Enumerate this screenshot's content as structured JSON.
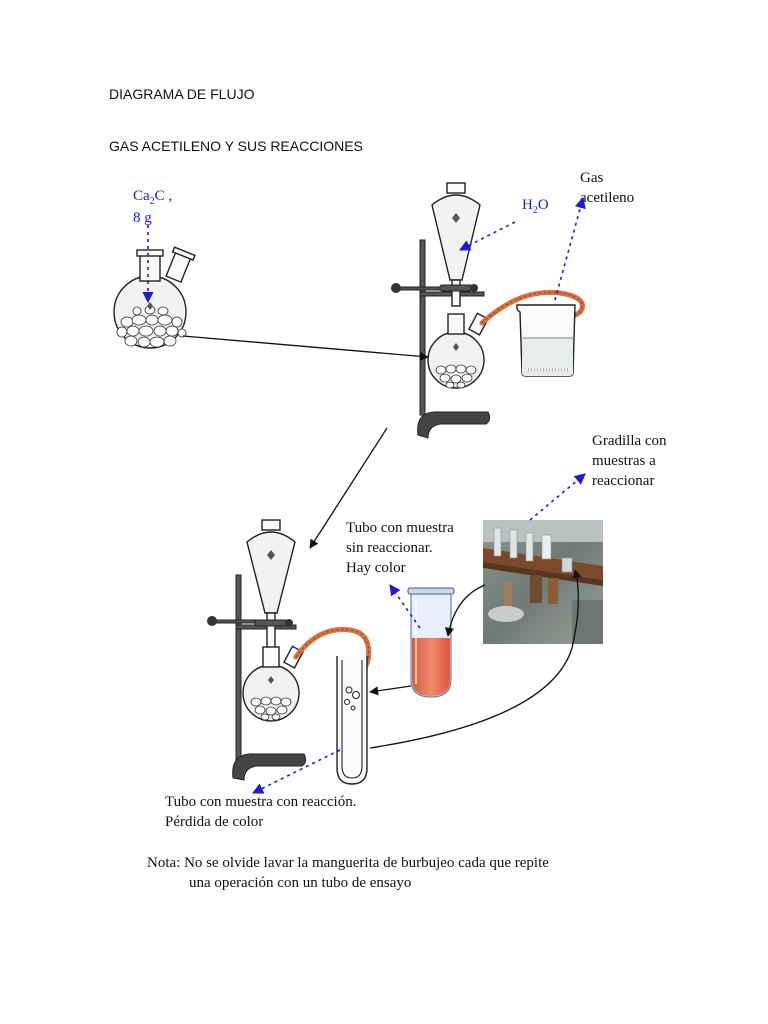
{
  "header": {
    "title": "DIAGRAMA DE FLUJO",
    "subtitle": "GAS ACETILENO Y SUS REACCIONES"
  },
  "labels": {
    "reagent_formula_prefix": "Ca",
    "reagent_formula_sub": "2",
    "reagent_formula_suffix": "C ,",
    "reagent_mass": "8 g",
    "water_prefix": "H",
    "water_sub": "2",
    "water_suffix": "O",
    "gas_line1": "Gas",
    "gas_line2": "acetileno",
    "rack_line1": "Gradilla con",
    "rack_line2": "muestras a",
    "rack_line3": "reaccionar",
    "unreacted_line1": "Tubo con muestra",
    "unreacted_line2": "sin reaccionar.",
    "unreacted_line3": "Hay color",
    "reacted_line1": "Tubo con muestra con reacción.",
    "reacted_line2": "Pérdida de color"
  },
  "note": {
    "line1": "Nota: No se olvide lavar la manguerita de burbujeo cada que repite",
    "line2": "una operación con un tubo de ensayo"
  },
  "colors": {
    "annotation_blue": "#1a1ad8",
    "hose_orange": "#d8703f",
    "sample_red": "#e5745a"
  }
}
